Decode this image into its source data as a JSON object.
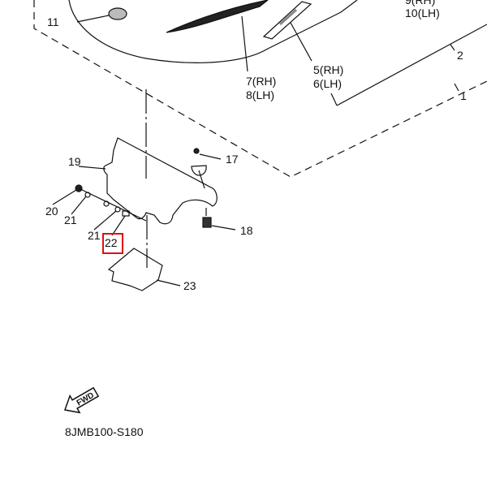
{
  "callouts": {
    "c11": "11",
    "c9": "9(RH)",
    "c10": "10(LH)",
    "c7": "7(RH)",
    "c8": "8(LH)",
    "c5": "5(RH)",
    "c6": "6(LH)",
    "c2": "2",
    "c1": "1",
    "c19": "19",
    "c17": "17",
    "c20": "20",
    "c21a": "21",
    "c21b": "21",
    "c22": "22",
    "c18": "18",
    "c23": "23"
  },
  "highlight": {
    "part": "22",
    "color": "#e01010"
  },
  "fwd_arrow": {
    "label": "FWD"
  },
  "diagram_code": "8JMB100-S180"
}
